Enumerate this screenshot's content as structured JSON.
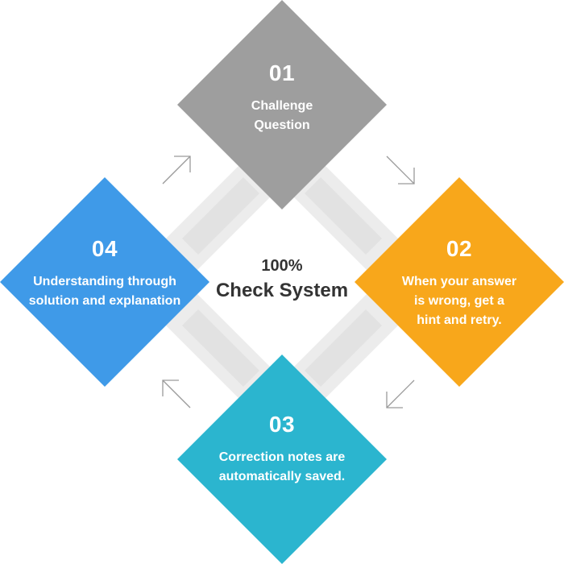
{
  "center": {
    "line1": "100%",
    "line2": "Check System"
  },
  "steps": [
    {
      "number": "01",
      "lines": [
        "Challenge",
        "Question"
      ],
      "color": "#9e9e9e"
    },
    {
      "number": "02",
      "lines": [
        "When your answer",
        "is wrong, get a",
        "hint and retry."
      ],
      "color": "#f8a71b"
    },
    {
      "number": "03",
      "lines": [
        "Correction notes are",
        "automatically saved."
      ],
      "color": "#2bb5cf"
    },
    {
      "number": "04",
      "lines": [
        "Understanding through",
        "solution and explanation"
      ],
      "color": "#3f9ae8"
    }
  ],
  "colors": {
    "track": "#ececec",
    "track_inner": "#e2e2e2",
    "arrow": "#9a9a9a",
    "center_text": "#333333"
  }
}
